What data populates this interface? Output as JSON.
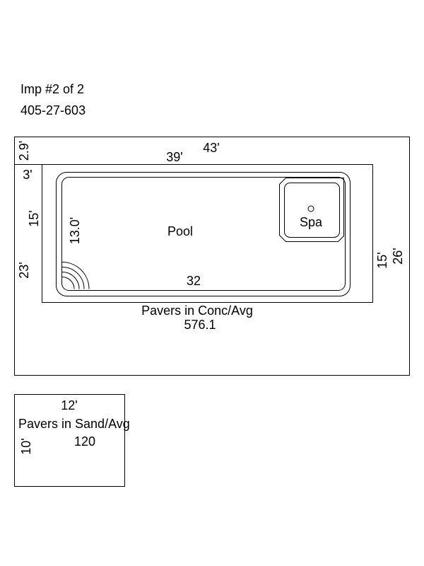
{
  "header": {
    "line1": "Imp #2 of 2",
    "line2": "405-27-603"
  },
  "sketch": {
    "outer": {
      "top_dim": "43'",
      "left_dim_top": "2.9'",
      "left_dim_bottom": "23'",
      "right_dim": "26'"
    },
    "deck": {
      "top_dim": "39'",
      "corner_dim": "3'",
      "left_dim": "15'",
      "right_dim": "15'"
    },
    "pool": {
      "label": "Pool",
      "width_dim": "13.0'",
      "bottom_dim": "32"
    },
    "spa": {
      "label": "Spa"
    },
    "pavers_conc": {
      "label": "Pavers in Conc/Avg",
      "area": "576.1"
    },
    "pavers_sand": {
      "top_dim": "12'",
      "label": "Pavers in Sand/Avg",
      "area": "120",
      "left_dim": "10'"
    }
  }
}
